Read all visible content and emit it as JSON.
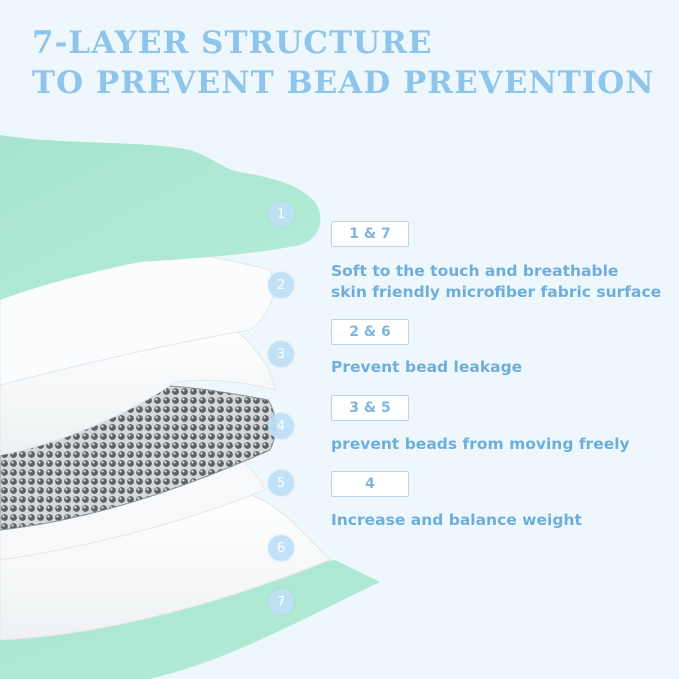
{
  "title": {
    "line1": "7-LAYER STRUCTURE",
    "line2": "TO PREVENT BEAD PREVENTION"
  },
  "layer_numbers": [
    "1",
    "2",
    "3",
    "4",
    "5",
    "6",
    "7"
  ],
  "layer_groups": [
    {
      "tag": "1 & 7",
      "lines": [
        "Soft to the touch and breathable",
        "skin friendly microfiber fabric surface"
      ]
    },
    {
      "tag": "2 & 6",
      "lines": [
        "Prevent bead leakage"
      ]
    },
    {
      "tag": "3 & 5",
      "lines": [
        "prevent beads from moving freely"
      ]
    },
    {
      "tag": "4",
      "lines": [
        "Increase and balance weight"
      ]
    }
  ],
  "colors": {
    "title": "#8fc5ea",
    "text": "#6eaedc",
    "mint_fabric": "#a8e6d0",
    "white_fabric": "#ffffff",
    "beads": "#5f6468",
    "background": "#eef8fc"
  }
}
